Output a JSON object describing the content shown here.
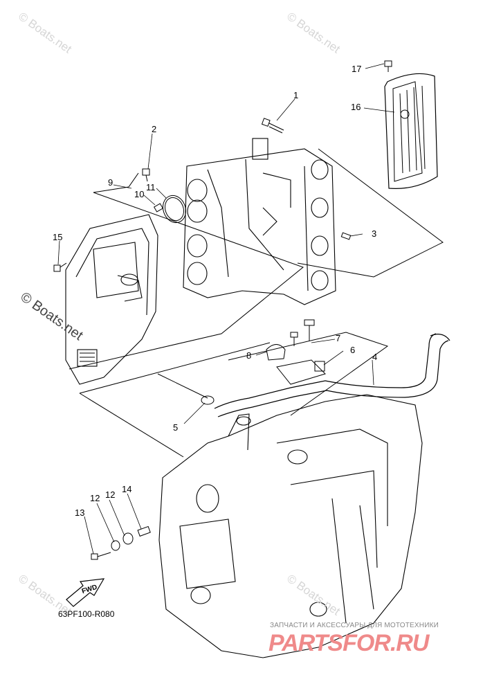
{
  "watermarks": [
    "© Boats.net",
    "© Boats.net",
    "© Boats.net",
    "© Boats.net",
    "© Boats.net"
  ],
  "callouts": [
    "1",
    "2",
    "3",
    "4",
    "5",
    "6",
    "7",
    "8",
    "9",
    "10",
    "11",
    "12",
    "12",
    "13",
    "14",
    "15",
    "16",
    "17"
  ],
  "fwd_label": "FWD",
  "diagram_code": "63PF100-R080",
  "footer": {
    "tagline": "ЗАПЧАСТИ И АКСЕССУАРЫ ДЛЯ МОТОТЕХНИКИ",
    "logo": "PARTSFOR.RU"
  },
  "colors": {
    "line": "#000000",
    "watermark": "#d0d0d0",
    "logo": "#ef8a8a"
  }
}
